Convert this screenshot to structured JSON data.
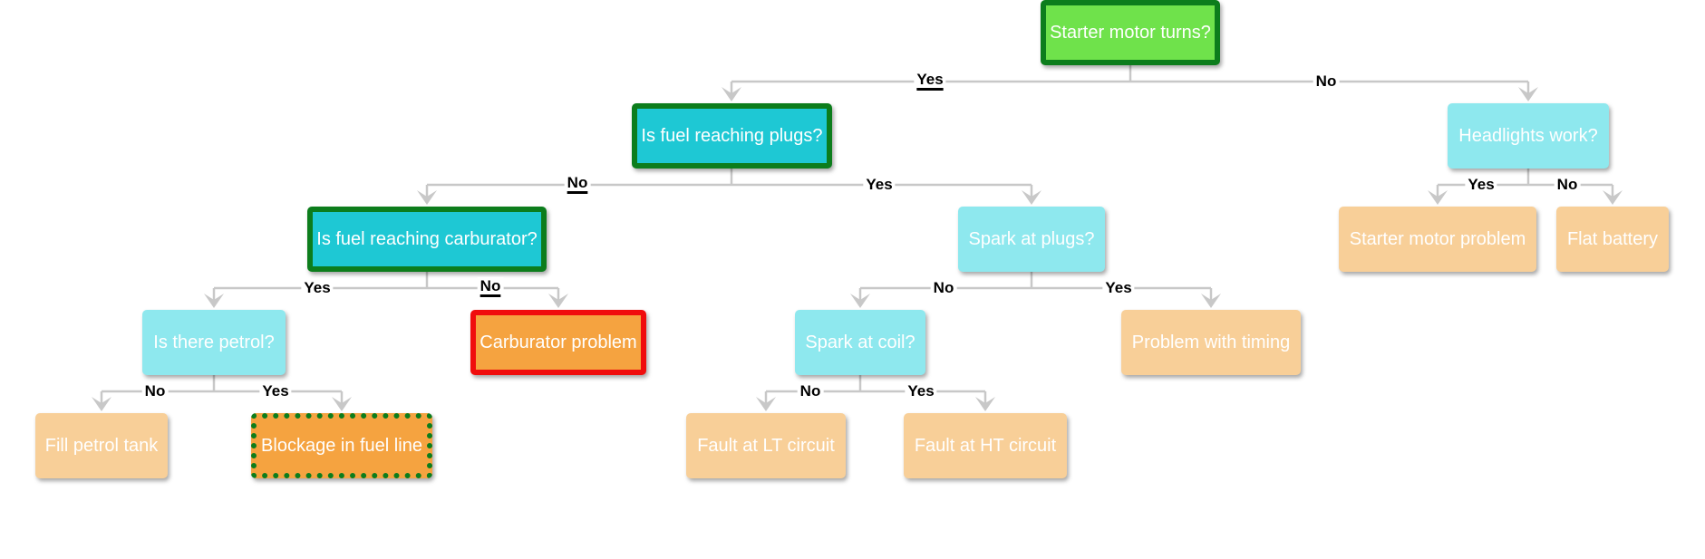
{
  "nodes": {
    "starter_motor_turns": "Starter motor turns?",
    "fuel_reaching_plugs": "Is fuel reaching plugs?",
    "headlights_work": "Headlights work?",
    "fuel_reaching_carburator": "Is fuel reaching carburator?",
    "spark_at_plugs": "Spark at plugs?",
    "starter_motor_problem": "Starter motor problem",
    "flat_battery": "Flat battery",
    "is_there_petrol": "Is there petrol?",
    "carburator_problem": "Carburator problem",
    "spark_at_coil": "Spark at coil?",
    "problem_with_timing": "Problem with timing",
    "fill_petrol_tank": "Fill petrol tank",
    "blockage_in_fuel_line": "Blockage in fuel line",
    "fault_at_lt_circuit": "Fault at LT circuit",
    "fault_at_ht_circuit": "Fault at HT circuit"
  },
  "edge_labels": {
    "starter_yes": "Yes",
    "starter_no": "No",
    "plugs_no": "No",
    "plugs_yes": "Yes",
    "headlights_yes": "Yes",
    "headlights_no": "No",
    "carb_yes": "Yes",
    "carb_no": "No",
    "spark_plugs_no": "No",
    "spark_plugs_yes": "Yes",
    "petrol_no": "No",
    "petrol_yes": "Yes",
    "coil_no": "No",
    "coil_yes": "Yes"
  },
  "colors": {
    "question_light": "#8ee8ee",
    "question_dark": "#1ec8d4",
    "question_root": "#6fe24b",
    "answer_light": "#f8cf98",
    "answer_dark": "#f5a340",
    "highlight_green": "#0c7d1c",
    "highlight_red": "#f00d0d",
    "connector": "#c8c8c8"
  }
}
